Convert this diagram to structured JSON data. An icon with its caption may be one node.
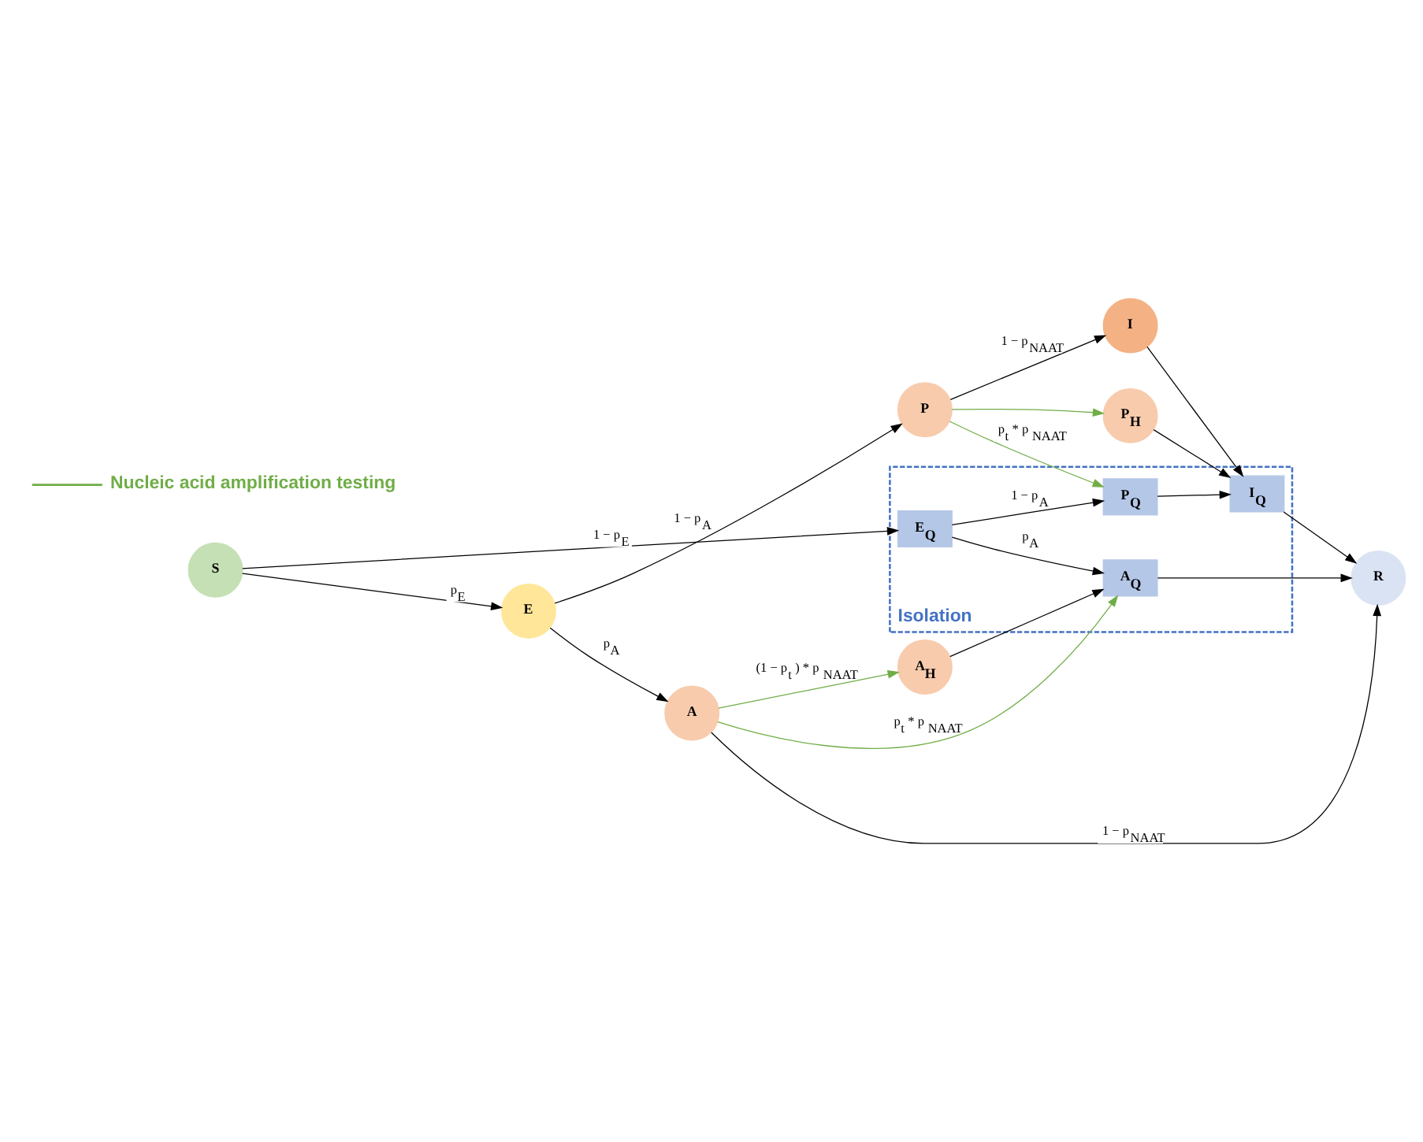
{
  "diagram": {
    "nodes": [
      {
        "text": [
          "S"
        ]
      },
      {
        "text": [
          "E"
        ]
      },
      {
        "text": [
          "A"
        ]
      },
      {
        "text": [
          "P"
        ]
      },
      {
        "text": [
          "A$_{H}$"
        ]
      },
      {
        "text": [
          "I"
        ]
      },
      {
        "text": [
          "P$_{H}$"
        ]
      },
      {
        "text": [
          "R"
        ]
      },
      {
        "text": [
          "Isolation"
        ]
      },
      {
        "text": [
          "E$_{Q}$"
        ],
        "in": 8
      },
      {
        "text": [
          "P$_{Q}$"
        ],
        "in": 8
      },
      {
        "text": [
          "I$_{Q}$"
        ],
        "in": 8
      },
      {
        "text": [
          "A$_{Q}$"
        ],
        "in": 8
      }
    ],
    "edges": [
      {
        "from": 0,
        "to": 1,
        "arrow": "to",
        "label": "p$_{E}$"
      },
      {
        "from": 0,
        "to": 9,
        "arrow": "to",
        "label": "1 − p$_{E}$"
      },
      {
        "from": 1,
        "to": 2,
        "arrow": "to",
        "label": "p$_{A}$"
      },
      {
        "from": 1,
        "to": 3,
        "arrow": "to",
        "label": "1 − p$_{A}$"
      },
      {
        "from": 2,
        "to": 4,
        "arrow": "to",
        "label": "(1 − p$_{t}$ ) * p$_{NAAT}$",
        "color": "#70ad47"
      },
      {
        "from": 2,
        "to": 7,
        "arrow": "to",
        "label": "1 − p$_{NAAT}$"
      },
      {
        "from": 2,
        "to": 12,
        "arrow": "to",
        "label": "p$_{t}$ * p$_{NAAT}$",
        "color": "#70ad47"
      },
      {
        "from": 4,
        "to": 12,
        "arrow": "to"
      },
      {
        "from": 3,
        "to": 5,
        "arrow": "to",
        "label": "1 − p$_{NAAT}$"
      },
      {
        "from": 3,
        "to": 6,
        "arrow": "to",
        "color": "#70ad47"
      },
      {
        "from": 3,
        "to": 10,
        "arrow": "to",
        "label": "p$_{t}$ * p$_{NAAT}$",
        "color": "#70ad47"
      },
      {
        "from": 6,
        "to": 11,
        "arrow": "to"
      },
      {
        "from": 5,
        "to": 11,
        "arrow": "to"
      },
      {
        "from": 9,
        "to": 10,
        "arrow": "to",
        "label": "1 − p$_{A}$"
      },
      {
        "from": 9,
        "to": 12,
        "arrow": "to",
        "label": "p$_{A}$"
      },
      {
        "from": 10,
        "to": 11,
        "arrow": "to"
      },
      {
        "from": 11,
        "to": 7,
        "arrow": "to"
      },
      {
        "from": 12,
        "to": 7,
        "arrow": "to"
      }
    ],
    "legend": [
      {
        "text": "Nucleic acid amplification testing"
      }
    ]
  }
}
